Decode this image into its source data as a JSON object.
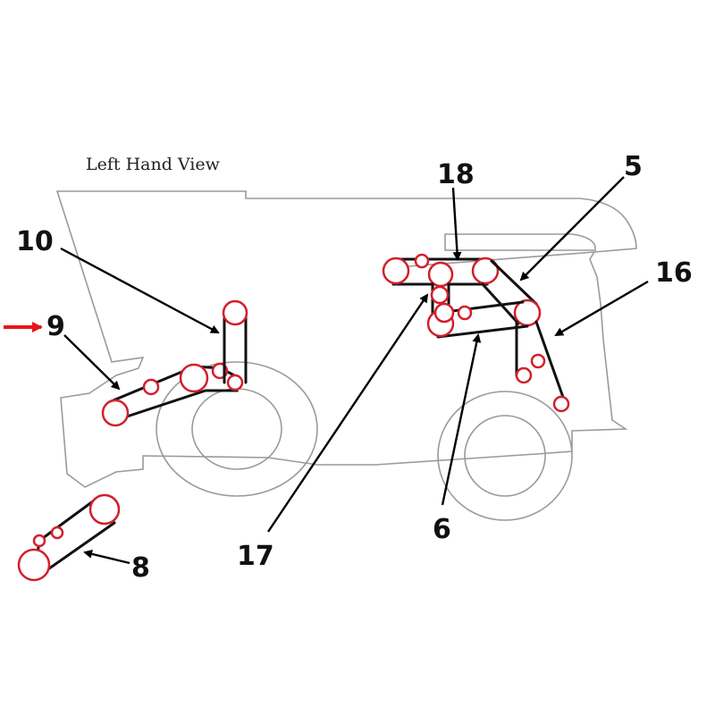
{
  "diagram": {
    "title": "Left Hand View",
    "colors": {
      "outline": "#9a9a9a",
      "belt": "#111111",
      "pulley": "#d21f2b",
      "pointer": "#e8141c",
      "callout": "#000000"
    },
    "callouts": [
      {
        "id": "5",
        "label": "5"
      },
      {
        "id": "6",
        "label": "6"
      },
      {
        "id": "8",
        "label": "8"
      },
      {
        "id": "9",
        "label": "9"
      },
      {
        "id": "10",
        "label": "10"
      },
      {
        "id": "16",
        "label": "16"
      },
      {
        "id": "17",
        "label": "17"
      },
      {
        "id": "18",
        "label": "18"
      }
    ]
  }
}
